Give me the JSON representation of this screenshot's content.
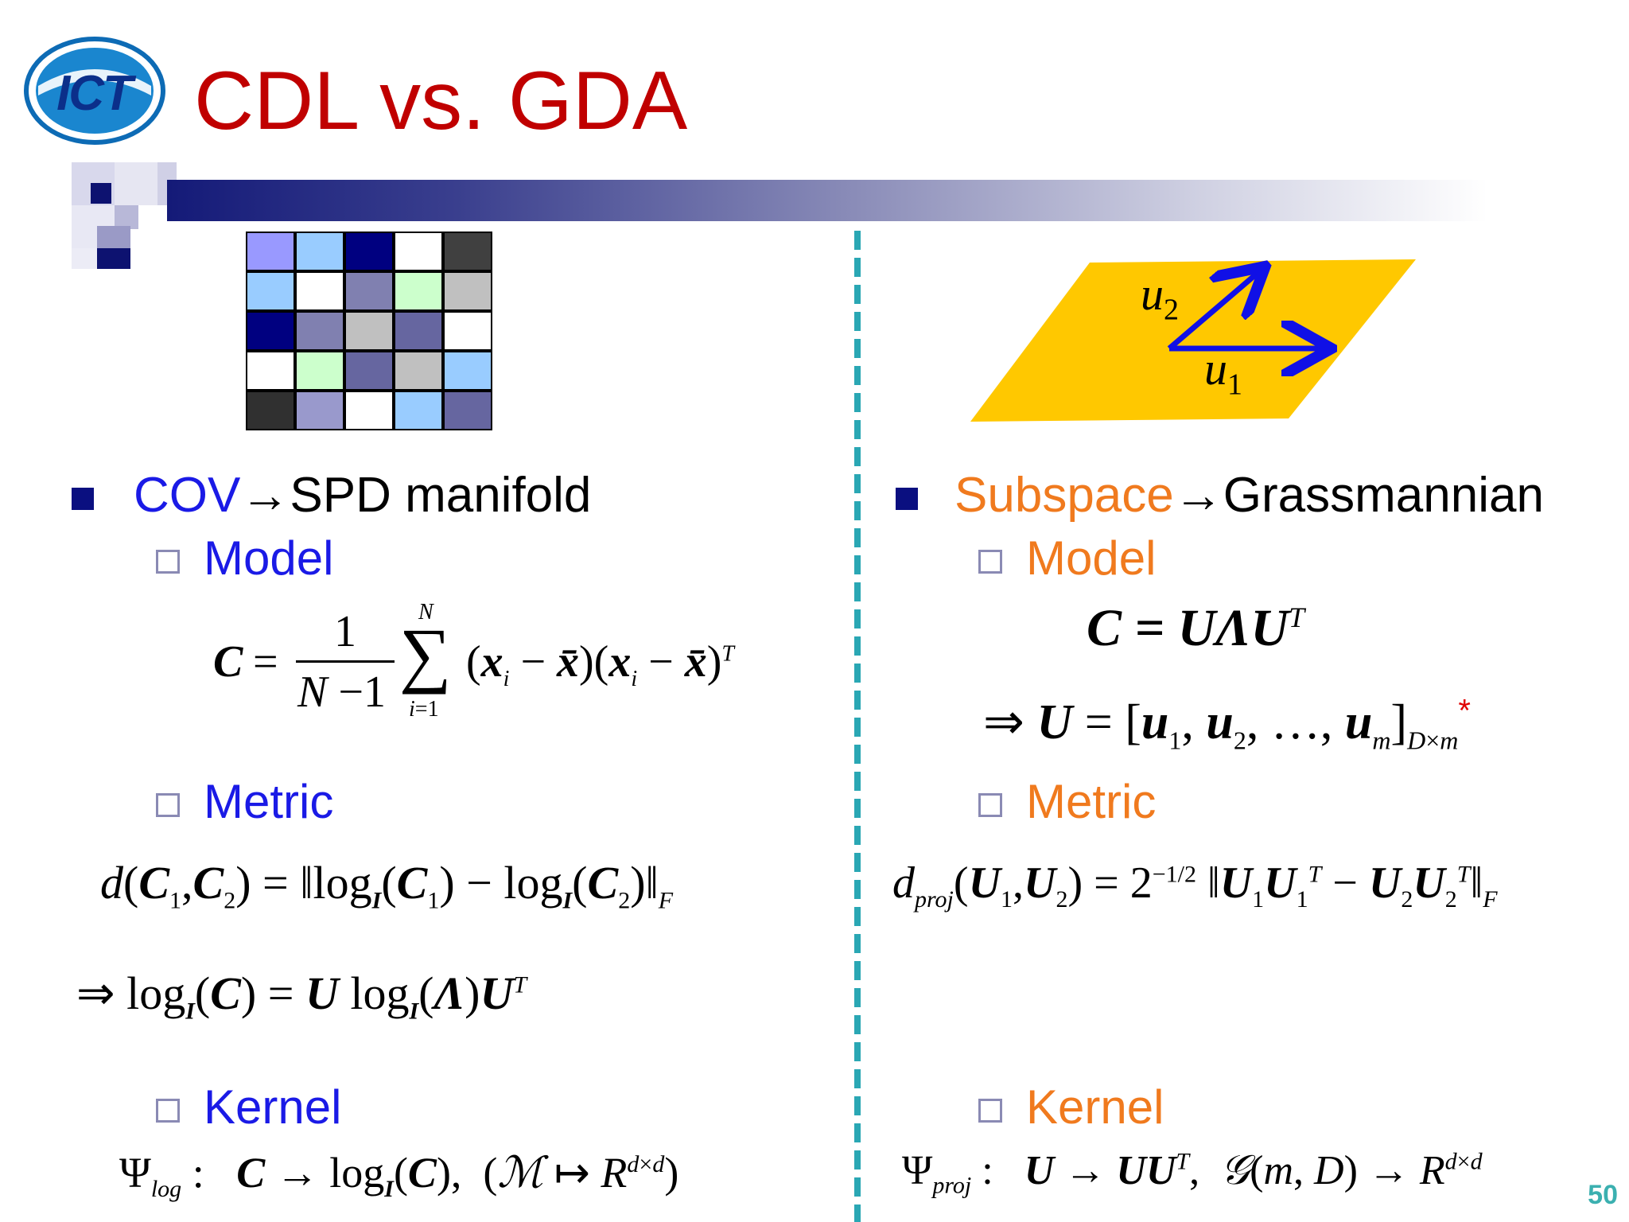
{
  "slide": {
    "title": "CDL vs. GDA",
    "logo_text": "ICT",
    "page_number": "50"
  },
  "left": {
    "bullet": {
      "highlight": "COV",
      "arrow": "→",
      "rest": "SPD manifold"
    },
    "model_label": "Model",
    "metric_label": "Metric",
    "kernel_label": "Kernel",
    "matrix_colors": [
      [
        "#9999ff",
        "#99ccff",
        "#000080",
        "#ffffff",
        "#404040"
      ],
      [
        "#99ccff",
        "#ffffff",
        "#8080b0",
        "#ccffcc",
        "#c0c0c0"
      ],
      [
        "#000080",
        "#8080b0",
        "#c0c0c0",
        "#6666a0",
        "#ffffff"
      ],
      [
        "#ffffff",
        "#ccffcc",
        "#6666a0",
        "#c0c0c0",
        "#99ccff"
      ],
      [
        "#303030",
        "#9999cc",
        "#ffffff",
        "#99ccff",
        "#6666a0"
      ]
    ]
  },
  "right": {
    "bullet": {
      "highlight": "Subspace",
      "arrow": "→",
      "rest": "Grassmannian"
    },
    "model_label": "Model",
    "metric_label": "Metric",
    "kernel_label": "Kernel",
    "vec_u1": "u",
    "vec_u1_sub": "1",
    "vec_u2": "u",
    "vec_u2_sub": "2"
  },
  "colors": {
    "title": "#c00000",
    "blue": "#1a1ae6",
    "orange": "#f07a1e",
    "plane": "#ffc800",
    "divider": "#2aa7b4"
  }
}
